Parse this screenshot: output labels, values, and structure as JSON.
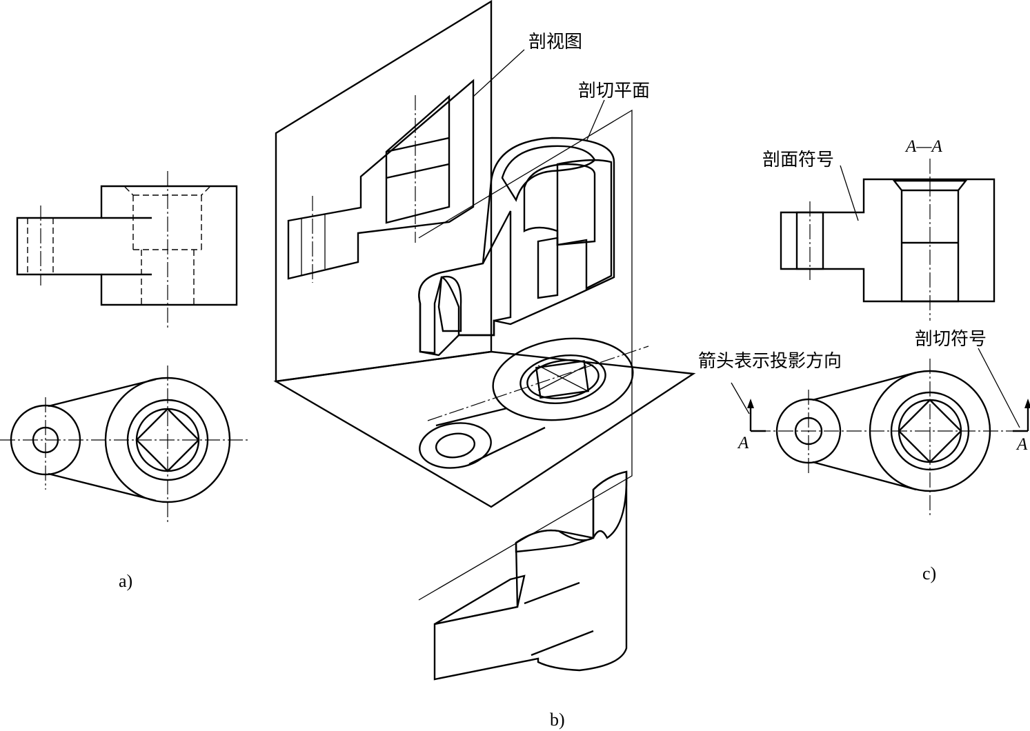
{
  "labels": {
    "section_view": "剖视图",
    "cutting_plane": "剖切平面",
    "section_symbol": "剖面符号",
    "cutting_symbol": "剖切符号",
    "arrow_direction": "箭头表示投影方向",
    "section_name": "A—A",
    "marker_left": "A",
    "marker_right": "A"
  },
  "captions": {
    "a": "a)",
    "b": "b)",
    "c": "c)"
  },
  "colors": {
    "line": "#000000",
    "background": "#ffffff"
  }
}
